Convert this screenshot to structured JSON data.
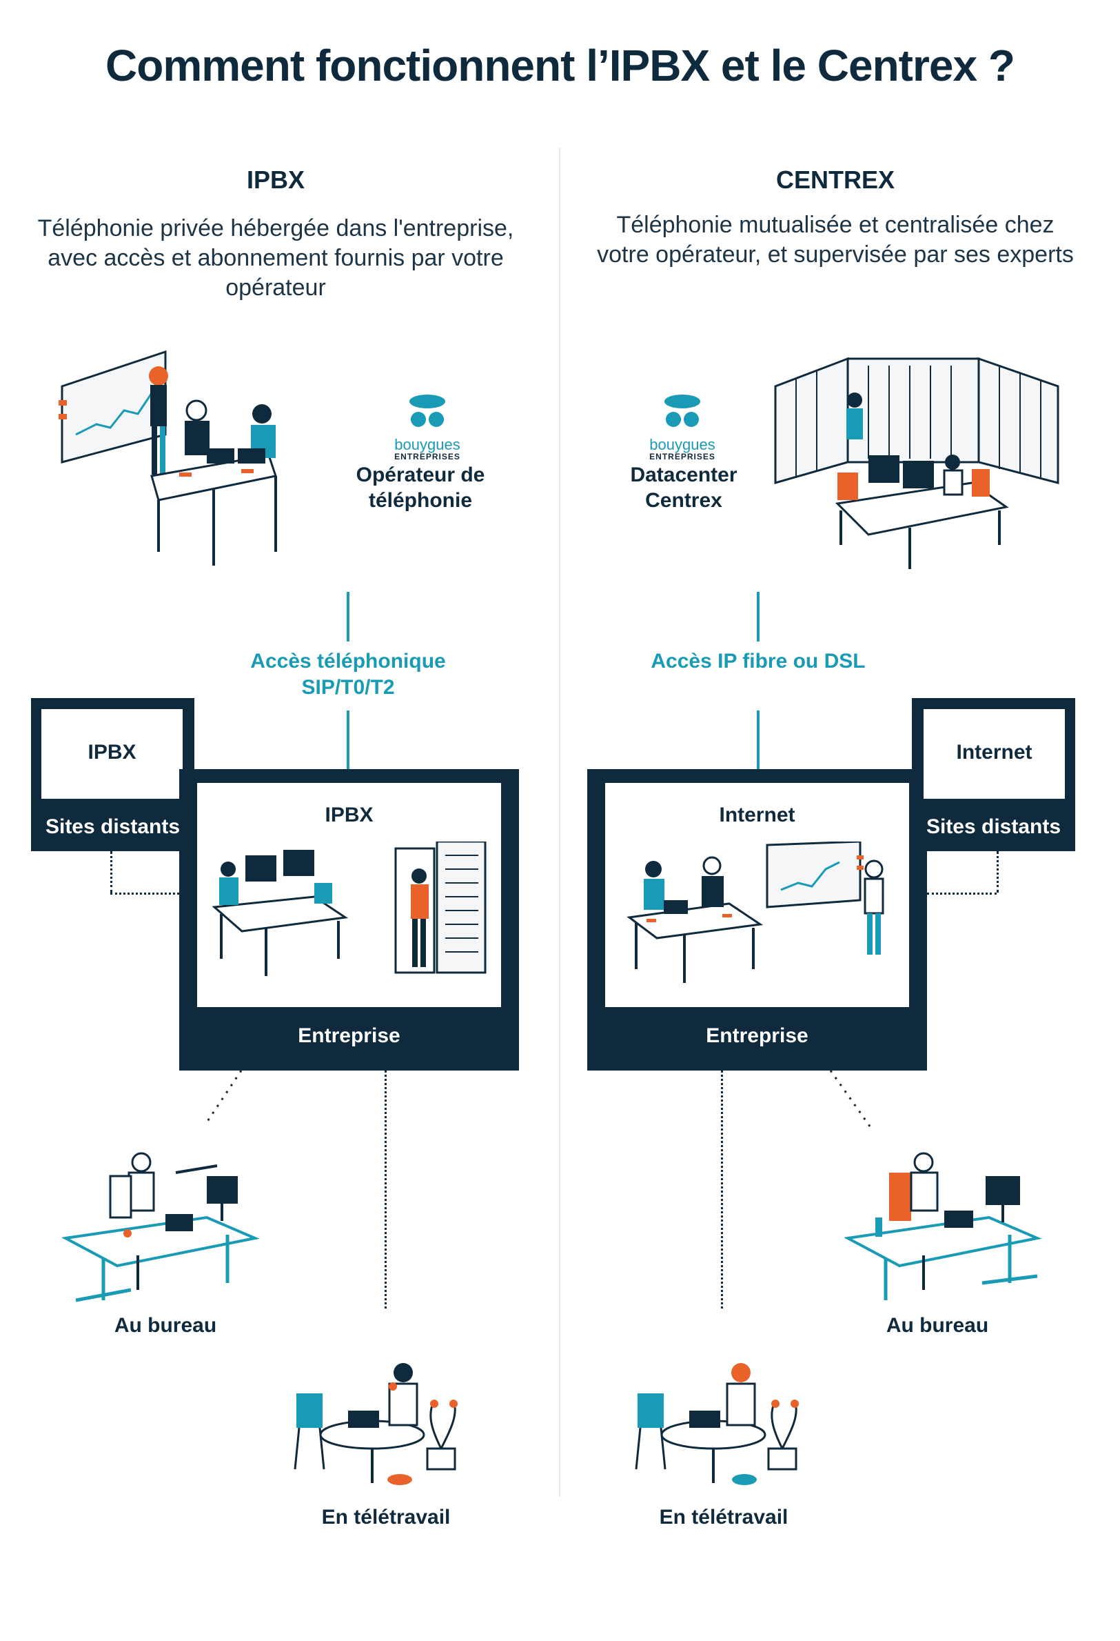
{
  "title": "Comment fonctionnent l’IPBX et le Centrex ?",
  "left": {
    "heading": "IPBX",
    "description": "Téléphonie privée hébergée dans l'entreprise, avec accès et abonnement fournis par votre opérateur",
    "operator_logo": "bouygues",
    "operator_logo_sub": "ENTREPRISES",
    "operator_label": "Opérateur de téléphonie",
    "access_label": "Accès téléphonique SIP/T0/T2",
    "remote_inner": "IPBX",
    "remote_label": "Sites distants",
    "enterprise_inner": "IPBX",
    "enterprise_label": "Entreprise",
    "office_caption": "Au bureau",
    "remote_work_caption": "En télétravail"
  },
  "right": {
    "heading": "CENTREX",
    "description": "Téléphonie mutualisée et centralisée chez votre opérateur, et supervisée par ses experts",
    "operator_logo": "bouygues",
    "operator_logo_sub": "ENTREPRISES",
    "operator_label": "Datacenter Centrex",
    "access_label": "Accès IP fibre ou DSL",
    "remote_inner": "Internet",
    "remote_label": "Sites distants",
    "enterprise_inner": "Internet",
    "enterprise_label": "Entreprise",
    "office_caption": "Au bureau",
    "remote_work_caption": "En télétravail"
  },
  "colors": {
    "navy": "#0f2a3d",
    "teal": "#1a9bb5",
    "orange": "#e8622a"
  },
  "icons": [
    "meeting-illustration",
    "datacenter-illustration",
    "bouygues-logo",
    "server-rack-illustration",
    "office-desk-illustration",
    "telework-illustration"
  ]
}
